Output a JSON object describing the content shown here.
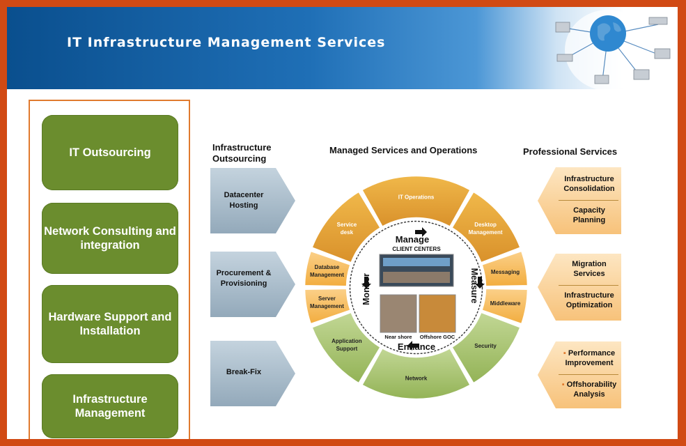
{
  "banner": {
    "title": "IT Infrastructure Management Services",
    "image": "network-globe-graphic"
  },
  "sidebar": {
    "items": [
      {
        "label": "IT  Outsourcing"
      },
      {
        "label": "Network Consulting and integration"
      },
      {
        "label": "Hardware Support and Installation"
      },
      {
        "label": "Infrastructure Management"
      }
    ]
  },
  "columns": {
    "infrastructure": "Infrastructure Outsourcing",
    "managed": "Managed Services and Operations",
    "professional": "Professional Services"
  },
  "outsourcing": [
    {
      "label": "Datacenter Hosting"
    },
    {
      "label": "Procurement & Provisioning"
    },
    {
      "label": "Break-Fix"
    }
  ],
  "wheel": {
    "top": [
      "Service desk",
      "IT Operations",
      "Desktop Management"
    ],
    "left": [
      "Database Management",
      "Server Management"
    ],
    "right": [
      "Messaging",
      "Middleware"
    ],
    "bottom": [
      "Application Support",
      "Network",
      "Security"
    ],
    "center_top": "Manage",
    "center_sub": "CLIENT CENTERS",
    "center_left": "Monitor",
    "center_right": "Measure",
    "center_bottom": "Enhance",
    "photo_captions": [
      "Near shore",
      "Offshore GOC"
    ]
  },
  "professional": [
    {
      "items": [
        "Infrastructure Consolidation",
        "Capacity Planning"
      ]
    },
    {
      "items": [
        "Migration Services",
        "Infrastructure Optimization"
      ]
    },
    {
      "items": [
        "Performance Improvement",
        "Offshorability Analysis"
      ]
    }
  ],
  "colors": {
    "frame": "#d14a14",
    "sidebar_button": "#6b8d2e",
    "wheel_top": "#e8a33a",
    "wheel_side": "#f5b54a",
    "wheel_bottom": "#9cbb5c",
    "arrow": "#a9bccb",
    "professional_box": "#fcd9a4"
  }
}
